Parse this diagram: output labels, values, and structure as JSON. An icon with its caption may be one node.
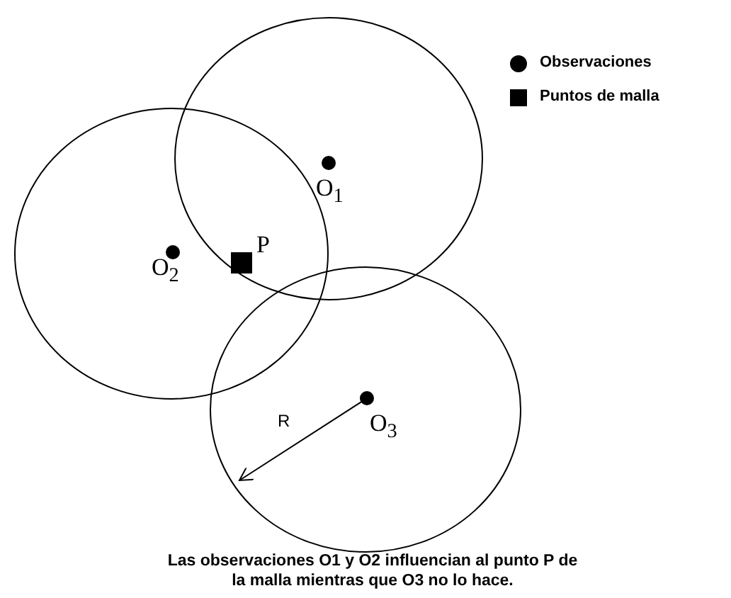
{
  "diagram": {
    "caption": "Las observaciones O1 y O2 influencian al punto P de la malla mientras que O3 no lo hace.",
    "nodes": [
      {
        "text": [
          "O$_{1}$"
        ]
      },
      {
        "text": [
          "O$_{2}$"
        ]
      },
      {
        "text": [
          "O$_{3}$"
        ]
      },
      {
        "text": [],
        "shape": "box",
        "beside": [
          "P"
        ]
      }
    ],
    "edges": [],
    "labels": [
      "R"
    ],
    "legend": [
      {
        "text": "Observaciones"
      },
      {
        "text": "Puntos de malla"
      }
    ]
  }
}
